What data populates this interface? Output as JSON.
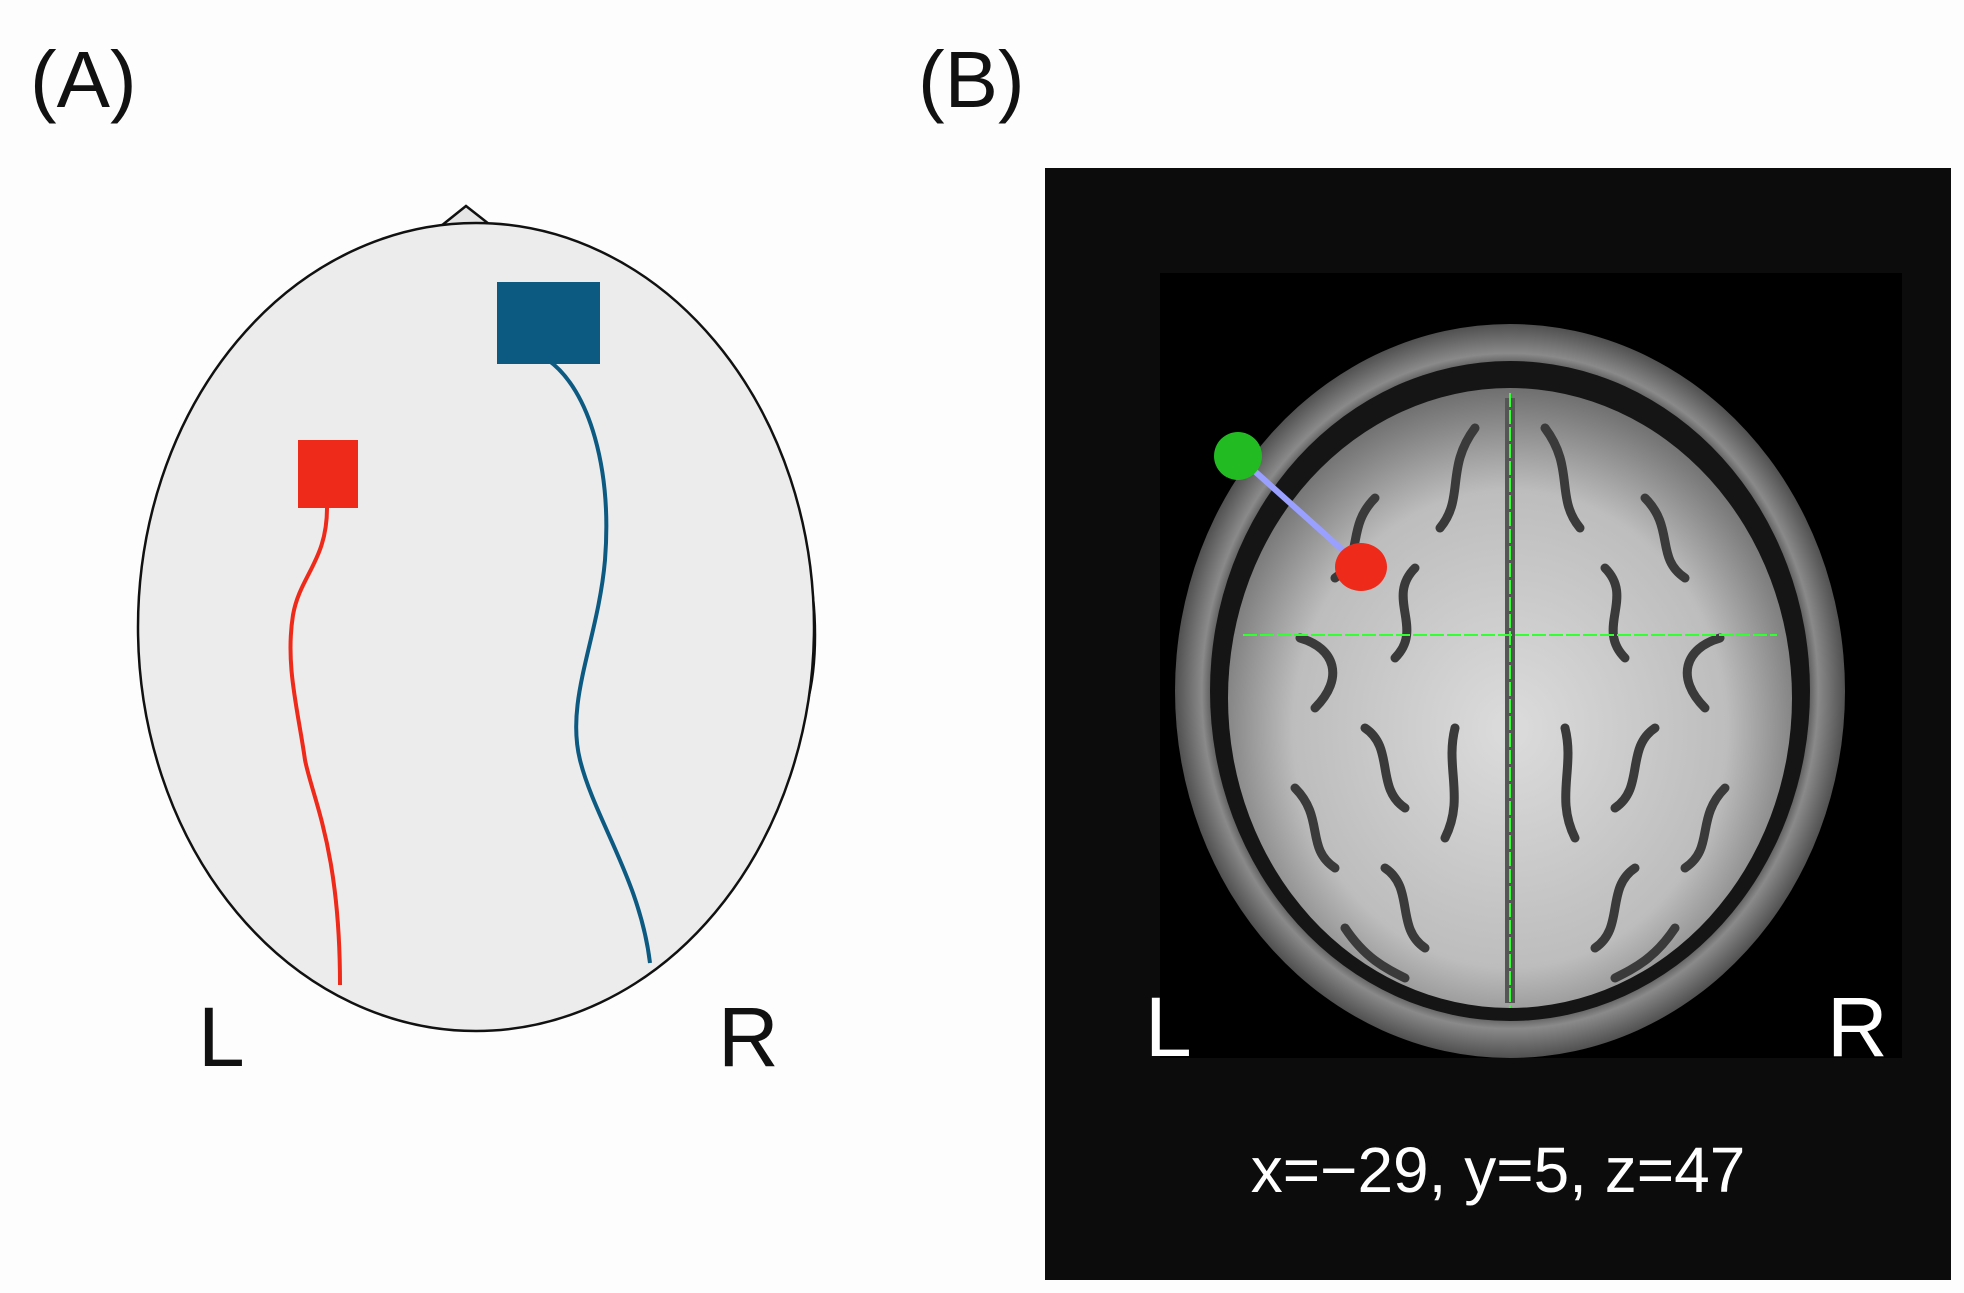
{
  "panel_a": {
    "label": "(A)",
    "left_label": "L",
    "right_label": "R",
    "electrodes": [
      {
        "name": "left-frontal-electrode",
        "color": "#ee2a1a"
      },
      {
        "name": "right-frontal-electrode",
        "color": "#0c5a82"
      }
    ],
    "head_fill": "#ececec"
  },
  "panel_b": {
    "label": "(B)",
    "left_label": "L",
    "right_label": "R",
    "coordinates": "x=−29, y=5, z=47",
    "markers": {
      "scalp_point": "#22bb22",
      "cortical_target": "#ee2a1a",
      "crosshair": "#33ff33",
      "connector": "#9aa0ff"
    }
  }
}
